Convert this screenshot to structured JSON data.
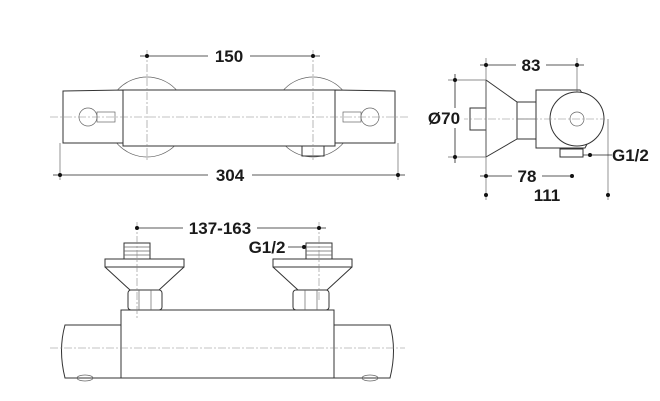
{
  "top_view": {
    "dim_center_distance": "150",
    "dim_overall_length": "304"
  },
  "side_view": {
    "dim_depth": "83",
    "dim_diameter": "Ø70",
    "dim_depth_min": "78",
    "dim_depth_max": "111",
    "dim_outlet": "G1/2"
  },
  "front_view": {
    "dim_center_range": "137-163",
    "dim_inlet": "G1/2"
  }
}
